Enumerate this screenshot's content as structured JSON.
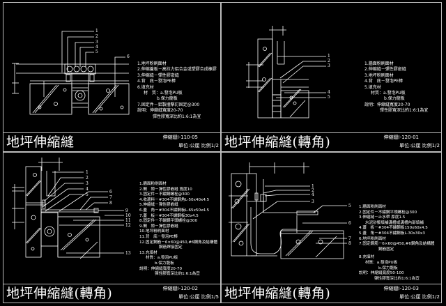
{
  "colors": {
    "background": "#000000",
    "line": "#ffffff",
    "frame": "#bdbdbd"
  },
  "panels": [
    {
      "title": "地坪伸縮縫",
      "code": "伸縮縫I-110-05",
      "unit": "單位:公厘  比例1/2",
      "callouts": [
        "1",
        "2",
        "3",
        "4",
        "5",
        "6"
      ],
      "legend": [
        "1.地坪粉刷面材",
        "2.伸縮蓋板－高拉力鋁合金或塑膠合成橡膠",
        "3.伸縮縫－彈性膠嵌縫",
        "4.背　底－發泡PE棒",
        "6.填充材",
        "材　質：a.發泡PU板",
        "b.保力龍板",
        "7.固定件－鋁製撞擊釘固定@300",
        "說明：伸縮縫寬度20-70",
        "彈性膠寬深比約1:6:1為宜"
      ]
    },
    {
      "title": "地坪伸縮縫(轉角)",
      "code": "伸縮縫I-120-01",
      "unit": "單位:公厘  比例1/2",
      "callouts": [
        "1",
        "2",
        "3",
        "4",
        "5"
      ],
      "legend": [
        "1.牆面粉刷面材",
        "2.伸縮縫－彈性膠嵌縫",
        "3.地坪粉刷面材",
        "4.背　底－發泡PE棒",
        "5.填充材",
        "材質：a.發泡PU板",
        "b.保力龍板",
        "說明：伸縮縫寬度20-70",
        "彈性膠寬深比約1:6:1為宜"
      ]
    },
    {
      "title": "地坪伸縮縫(轉角)",
      "code": "伸縮縫I-120-02",
      "unit": "單位:公厘  比例1/5",
      "callouts": [
        "1",
        "2",
        "3",
        "4",
        "5",
        "6",
        "7",
        "8",
        "9",
        "10",
        "11",
        "12",
        "13"
      ],
      "legend": [
        "1.牆面粉刷面材",
        "2.間　隙－彈性膠嵌縫  寬度10",
        "3.固定件－不鏽鋼螺栓@300",
        "4.收邊料－#304不鏽鋼角L-50x40x4.5",
        "5.伸縮縫－彈性膠嵌縫",
        "6.蓋　角－#304不鏽鋼板L-65x50x4.5",
        "7.蓋　板－#304不鏽鋼板30x4.5",
        "8.固定件－不鏽鋼平頭螺栓@300",
        "9.間　隙－彈性膠嵌縫",
        "10.地坪粉刷面材",
        "11.背　底－發泡PE棒",
        "12.固定鋼筋－6×60@450,#6鋼角及結構體",
        "鋼筋焊接固定",
        "13.充填材",
        "材質：a.發泡PU板",
        "b.保力龍板",
        "說明：伸縮縫寬度20-70",
        "彈性膠寬深比約1:6:1為宜"
      ]
    },
    {
      "title": "地坪伸縮縫(轉角)",
      "code": "伸縮縫I-120-03",
      "unit": "單位:公厘  比例1/2",
      "callouts": [
        "1",
        "2",
        "4",
        "3",
        "5",
        "6",
        "7",
        "8"
      ],
      "legend": [
        "1.牆面粉刷面材",
        "2.固定件－不鏽鋼平頭螺栓@300",
        "3.伸縮縫－止水帶  厚度1.5",
        "水泥砂漿填補溝槽或溝槽內部填補",
        "4.蓋　板－#304不鏽鋼板150x60x4.5",
        "5.蓋　角－#304不鏽鋼板L-30x30x3",
        "6.地坪粉刷面材",
        "7.固定鋼筋－6×60@450,#6鋼角及結構體",
        "鋼筋固定",
        "8.充填材",
        "材質：a.發泡PU板",
        "b.保力龍板",
        "說明：伸縮縫寬度50-100",
        "彈性膠寬深比約1:6:1為宜"
      ]
    }
  ]
}
